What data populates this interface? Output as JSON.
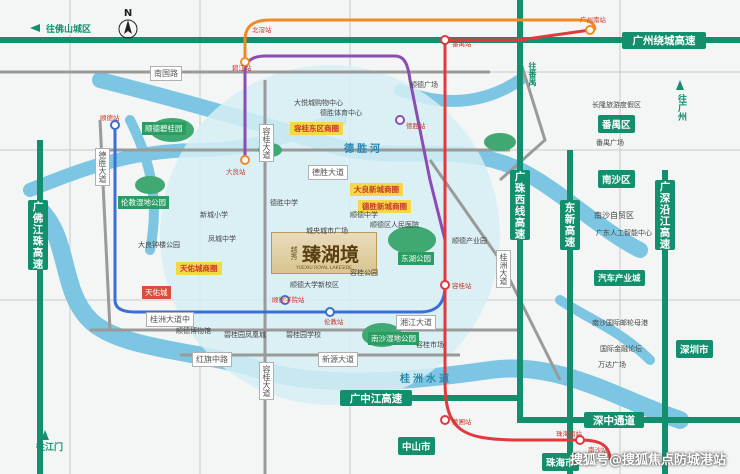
{
  "colors": {
    "highway": "#138f6e",
    "river": "#7cc6e3",
    "circle": "#d6eef5",
    "metro_blue": "#3b6fd6",
    "metro_orange": "#f08a24",
    "metro_purple": "#8a4db3",
    "metro_red": "#e0393e",
    "road": "#9a9a9a"
  },
  "compass": {
    "label": "N"
  },
  "highways": {
    "guangfo_river_highway": "广佛江珠高速",
    "guangzhou_ring": "广州绕城高速",
    "zhujiang_west": "广珠西线高速",
    "dongxin": "东新高速",
    "guangshen_coast": "广深沿江高速",
    "guangzhong_jiang": "广中江高速",
    "shenzhong": "深中通道"
  },
  "districts": {
    "panyu": "番禺区",
    "nansha": "南沙区",
    "shenzhen": "深圳市",
    "zhongshan": "中山市",
    "zhuhai": "珠海市"
  },
  "directions": {
    "foshan": "往佛山城区",
    "panyu": "往番禺",
    "guangzhou": "往广州",
    "jiangmen": "往江门"
  },
  "rivers": {
    "desheng": "德胜河",
    "guizhou": "桂洲水道"
  },
  "roads": {
    "nanguo": "南国路",
    "rongqi_ave": "容桂大道",
    "guizhou_ave": "桂洲大道中",
    "hongqi": "红旗中路",
    "rongqi_ave_v": "容桂大道",
    "desheng_road": "德胜大道",
    "desheng_v": "德胜大道",
    "guizhou_v": "桂洲大道",
    "xinyuan": "新源大道",
    "xiangjiang": "湘江大道"
  },
  "zones": {
    "tianyou": "天佑城商圈",
    "daliang_east": "大良新城商圈",
    "desheng_new": "德胜新城商圈",
    "rongqi_east": "容桂东区商圈"
  },
  "project": {
    "brand": "越秀",
    "name": "臻湖境",
    "subtitle": "YUEXIU ROYAL LAKESIDE"
  },
  "pois": {
    "p1": "顺德碧桂园",
    "p2": "大悦城购物中心",
    "p3": "德胜体育中心",
    "p4": "顺德广场",
    "p5": "新城小学",
    "p6": "顺德中学",
    "p7": "城央城市广场",
    "p8": "顺德区人民医院",
    "p9": "德胜中学",
    "p10": "凤城中学",
    "p11": "东湖公园",
    "p12": "顺德大学新校区",
    "p13": "碧桂园学校",
    "p14": "容桂市场",
    "p15": "顺德产业园",
    "p16": "大良钟楼公园",
    "p17": "天佑城",
    "p18": "广东人工智能中心",
    "p19": "汽车产业城",
    "p20": "南沙自贸区",
    "p21": "南沙国际邮轮母港",
    "p22": "番禺广场",
    "p23": "长隆旅游度假区",
    "p24": "碧桂园凤凰城",
    "p25": "顺德博物馆",
    "p26": "容桂公园",
    "p27": "伦教湿地公园",
    "p28": "南沙湿地公园",
    "p29": "国际金融论坛",
    "p30": "万达广场"
  },
  "stations": {
    "s1": "顺德站",
    "s2": "大良站",
    "s3": "容桂站",
    "s4": "碧江站",
    "s5": "德胜站",
    "s6": "广州南站",
    "s7": "番禺站",
    "s8": "南沙站",
    "s9": "顺德学院站",
    "s10": "伦教站",
    "s11": "北滘站",
    "s12": "黄圃站",
    "s13": "珠海南站"
  },
  "watermark": "搜狐号@搜狐焦点防城港站"
}
